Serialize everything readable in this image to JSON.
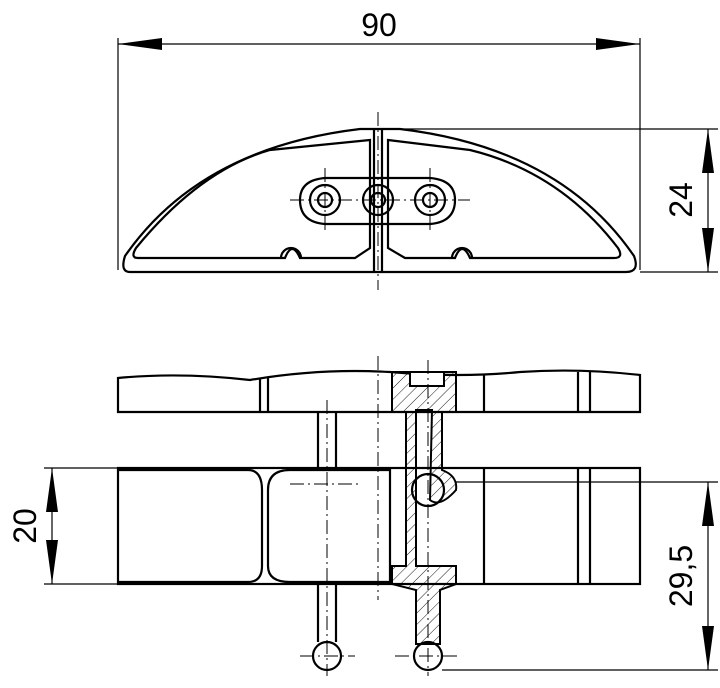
{
  "drawing": {
    "dimensions": {
      "overall_width": "90",
      "profile_height": "24",
      "body_height": "20",
      "total_height": "29,5"
    }
  }
}
